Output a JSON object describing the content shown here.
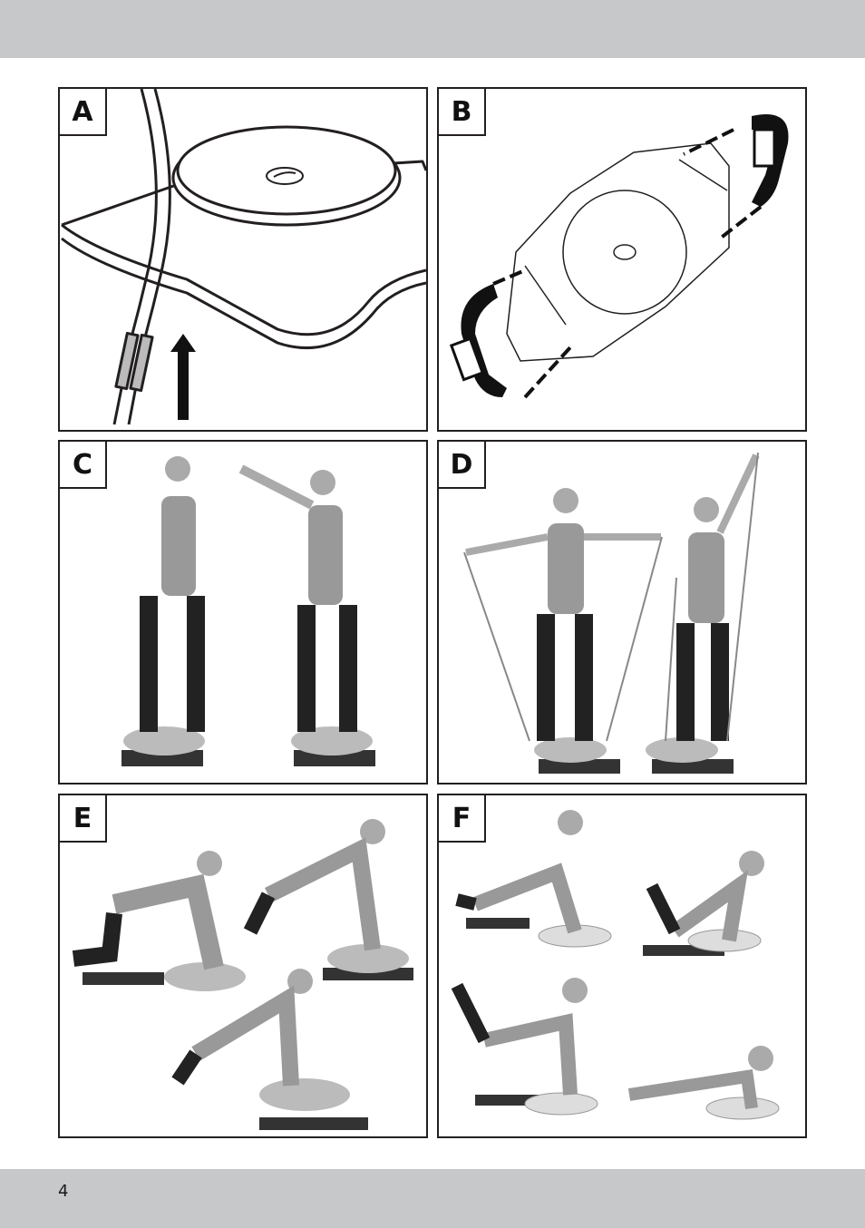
{
  "page": {
    "number": "4"
  },
  "panels": {
    "a": {
      "label": "A"
    },
    "b": {
      "label": "B"
    },
    "c": {
      "label": "C"
    },
    "d": {
      "label": "D"
    },
    "e": {
      "label": "E"
    },
    "f": {
      "label": "F"
    }
  },
  "colors": {
    "band": "#c7c8ca",
    "line": "#231f20"
  }
}
